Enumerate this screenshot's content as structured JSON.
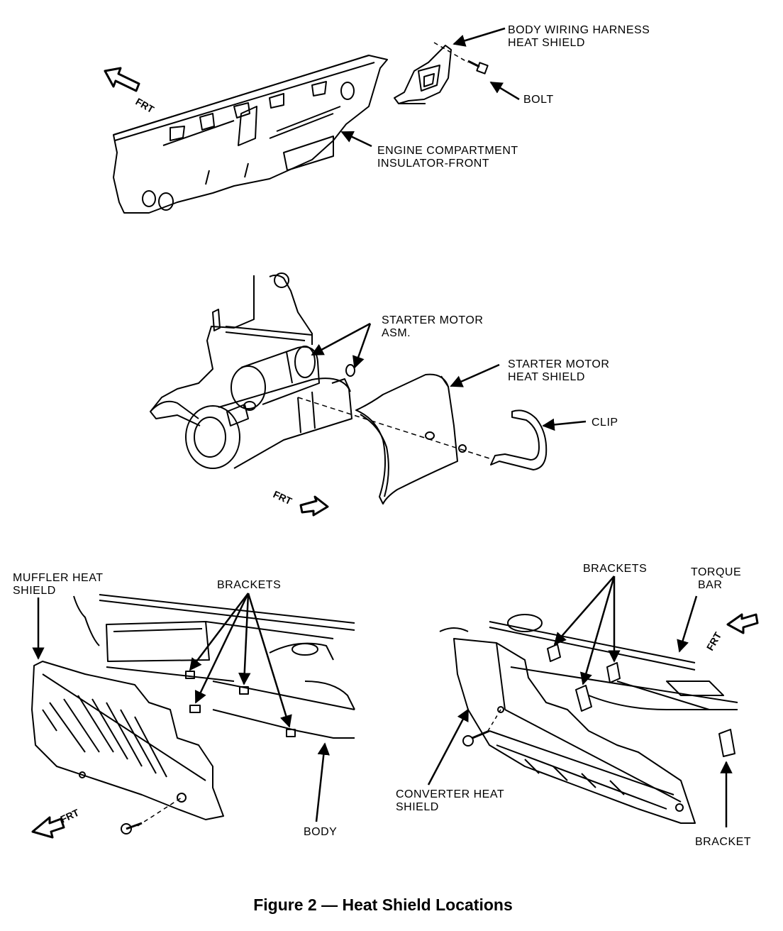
{
  "figure": {
    "caption": "Figure 2 — Heat Shield Locations"
  },
  "panel_top": {
    "label_harness_line1": "BODY WIRING HARNESS",
    "label_harness_line2": "HEAT SHIELD",
    "label_bolt": "BOLT",
    "label_insulator_line1": "ENGINE COMPARTMENT",
    "label_insulator_line2": "INSULATOR-FRONT",
    "frt": "FRT"
  },
  "panel_middle": {
    "label_starter_line1": "STARTER MOTOR",
    "label_starter_line2": "ASM.",
    "label_shield_line1": "STARTER MOTOR",
    "label_shield_line2": "HEAT SHIELD",
    "label_clip": "CLIP",
    "frt": "FRT"
  },
  "panel_bottom_left": {
    "label_muffler_line1": "MUFFLER HEAT",
    "label_muffler_line2": "SHIELD",
    "label_brackets": "BRACKETS",
    "label_body": "BODY",
    "frt": "FRT"
  },
  "panel_bottom_right": {
    "label_brackets": "BRACKETS",
    "label_torque_line1": "TORQUE",
    "label_torque_line2": "BAR",
    "label_converter_line1": "CONVERTER HEAT",
    "label_converter_line2": "SHIELD",
    "label_bracket": "BRACKET",
    "frt": "FRT"
  },
  "colors": {
    "ink": "#000000",
    "paper": "#ffffff"
  }
}
